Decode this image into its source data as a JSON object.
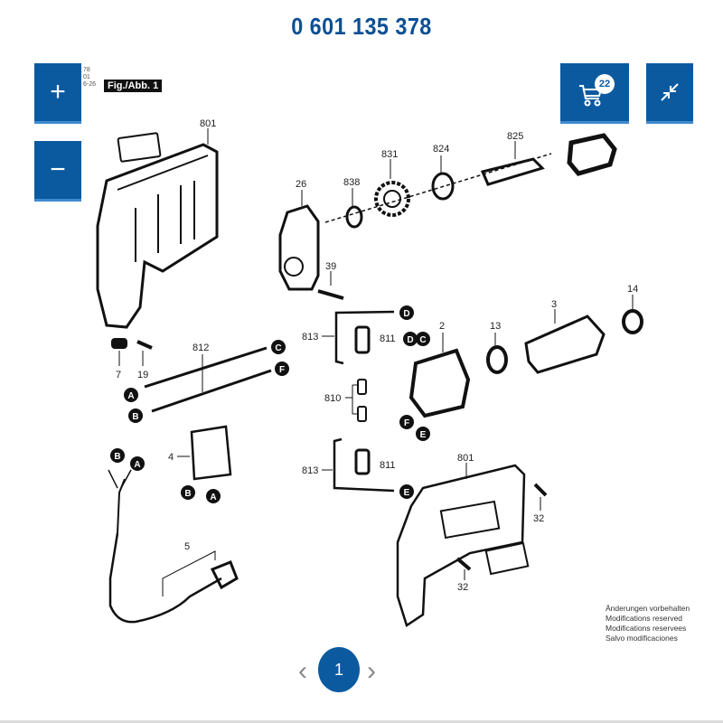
{
  "header": {
    "title": "0 601 135 378"
  },
  "controls": {
    "zoom_in_icon": "+",
    "zoom_out_icon": "−",
    "cart_count": "22",
    "collapse_icon": "collapse-arrows"
  },
  "diagram": {
    "figure_label": "Fig./Abb. 1",
    "side_note": [
      "78",
      "01",
      "6-26"
    ],
    "part_labels": [
      "801",
      "26",
      "838",
      "831",
      "824",
      "825",
      "39",
      "7",
      "19",
      "812",
      "813",
      "811",
      "2",
      "13",
      "3",
      "14",
      "810",
      "4",
      "5",
      "801",
      "813",
      "811",
      "32",
      "32"
    ],
    "connector_labels": [
      "A",
      "B",
      "C",
      "D",
      "E",
      "F"
    ],
    "notice": [
      "Änderungen vorbehalten",
      "Modifications reserved",
      "Modifications reservees",
      "Salvo modificaciones"
    ]
  },
  "pager": {
    "current_page": "1",
    "prev_icon": "‹",
    "next_icon": "›"
  },
  "colors": {
    "brand": "#0b5aa0",
    "title": "#0b4f95"
  }
}
